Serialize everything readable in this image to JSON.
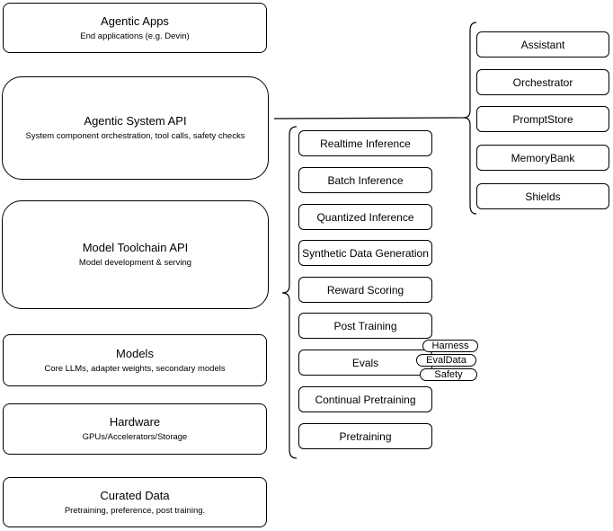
{
  "diagram": {
    "colors": {
      "background": "#ffffff",
      "node_fill": "#ffffff",
      "node_border": "#000000",
      "text": "#000000"
    },
    "left_column": [
      {
        "title": "Agentic Apps",
        "subtitle": "End applications (e.g. Devin)"
      },
      {
        "title": "Agentic System API",
        "subtitle": "System component orchestration, tool calls, safety checks"
      },
      {
        "title": "Model Toolchain API",
        "subtitle": "Model development & serving"
      },
      {
        "title": "Models",
        "subtitle": "Core LLMs, adapter weights, secondary models"
      },
      {
        "title": "Hardware",
        "subtitle": "GPUs/Accelerators/Storage"
      },
      {
        "title": "Curated Data",
        "subtitle": "Pretraining, preference, post training."
      }
    ],
    "toolchain_capabilities": [
      "Realtime Inference",
      "Batch Inference",
      "Quantized Inference",
      "Synthetic Data Generation",
      "Reward Scoring",
      "Post Training",
      "Evals",
      "Continual Pretraining",
      "Pretraining"
    ],
    "evals_tags": [
      "Harness",
      "EvalData",
      "Safety"
    ],
    "system_components": [
      "Assistant",
      "Orchestrator",
      "PromptStore",
      "MemoryBank",
      "Shields"
    ]
  }
}
